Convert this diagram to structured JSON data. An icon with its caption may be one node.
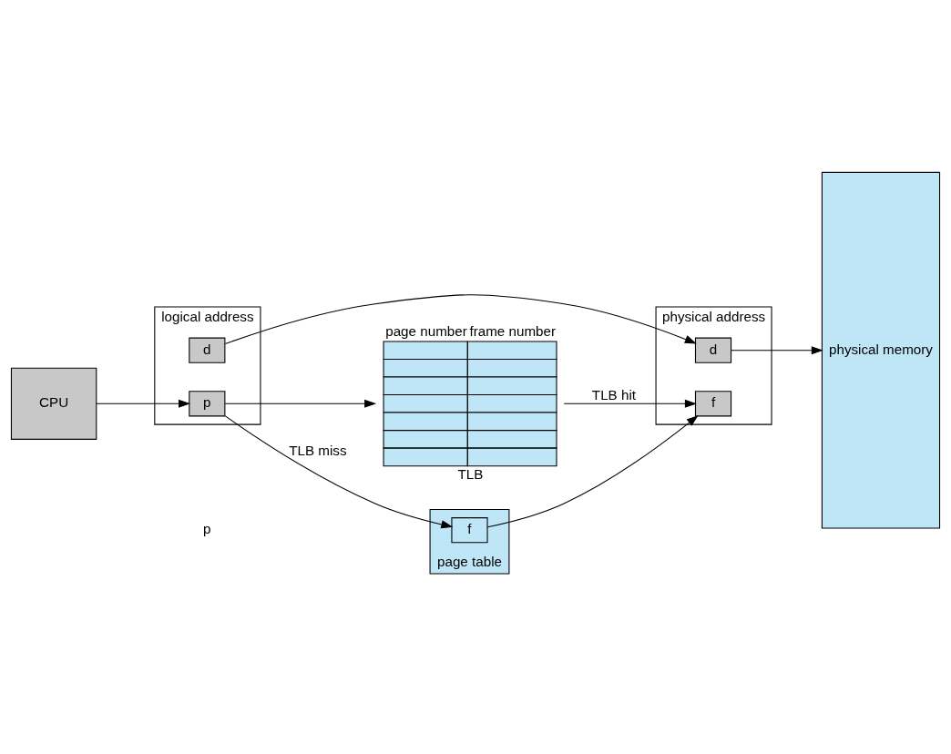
{
  "diagram": {
    "nodes": [
      {
        "text": [
          "CPU"
        ]
      },
      {
        "text": [
          "logical address"
        ]
      },
      {
        "text": [
          "p"
        ],
        "in": 1
      },
      {
        "text": [
          "d"
        ],
        "in": 1
      },
      {
        "text": [
          "page number",
          "frame number",
          "TLB"
        ]
      },
      {
        "text": [
          "physical address"
        ]
      },
      {
        "text": [
          "f"
        ],
        "in": 5
      },
      {
        "text": [
          "d"
        ],
        "in": 5
      },
      {
        "text": [
          "page table"
        ]
      },
      {
        "text": [
          "f"
        ],
        "in": 8
      },
      {
        "text": [
          "physical memory"
        ]
      }
    ],
    "edges": [
      {
        "from": 0,
        "to": 2,
        "arrow": "to"
      },
      {
        "from": 3,
        "to": 7,
        "arrow": "to"
      },
      {
        "from": 2,
        "to": 4,
        "arrow": "to"
      },
      {
        "from": 4,
        "to": 6,
        "label": "TLB hit",
        "arrow": "to"
      },
      {
        "from": 2,
        "to": 9,
        "label": "TLB miss",
        "arrow": "to"
      },
      {
        "from": 9,
        "to": 6,
        "arrow": "to"
      },
      {
        "from": 7,
        "to": 10,
        "arrow": "to"
      }
    ],
    "labels": [
      "p"
    ]
  }
}
